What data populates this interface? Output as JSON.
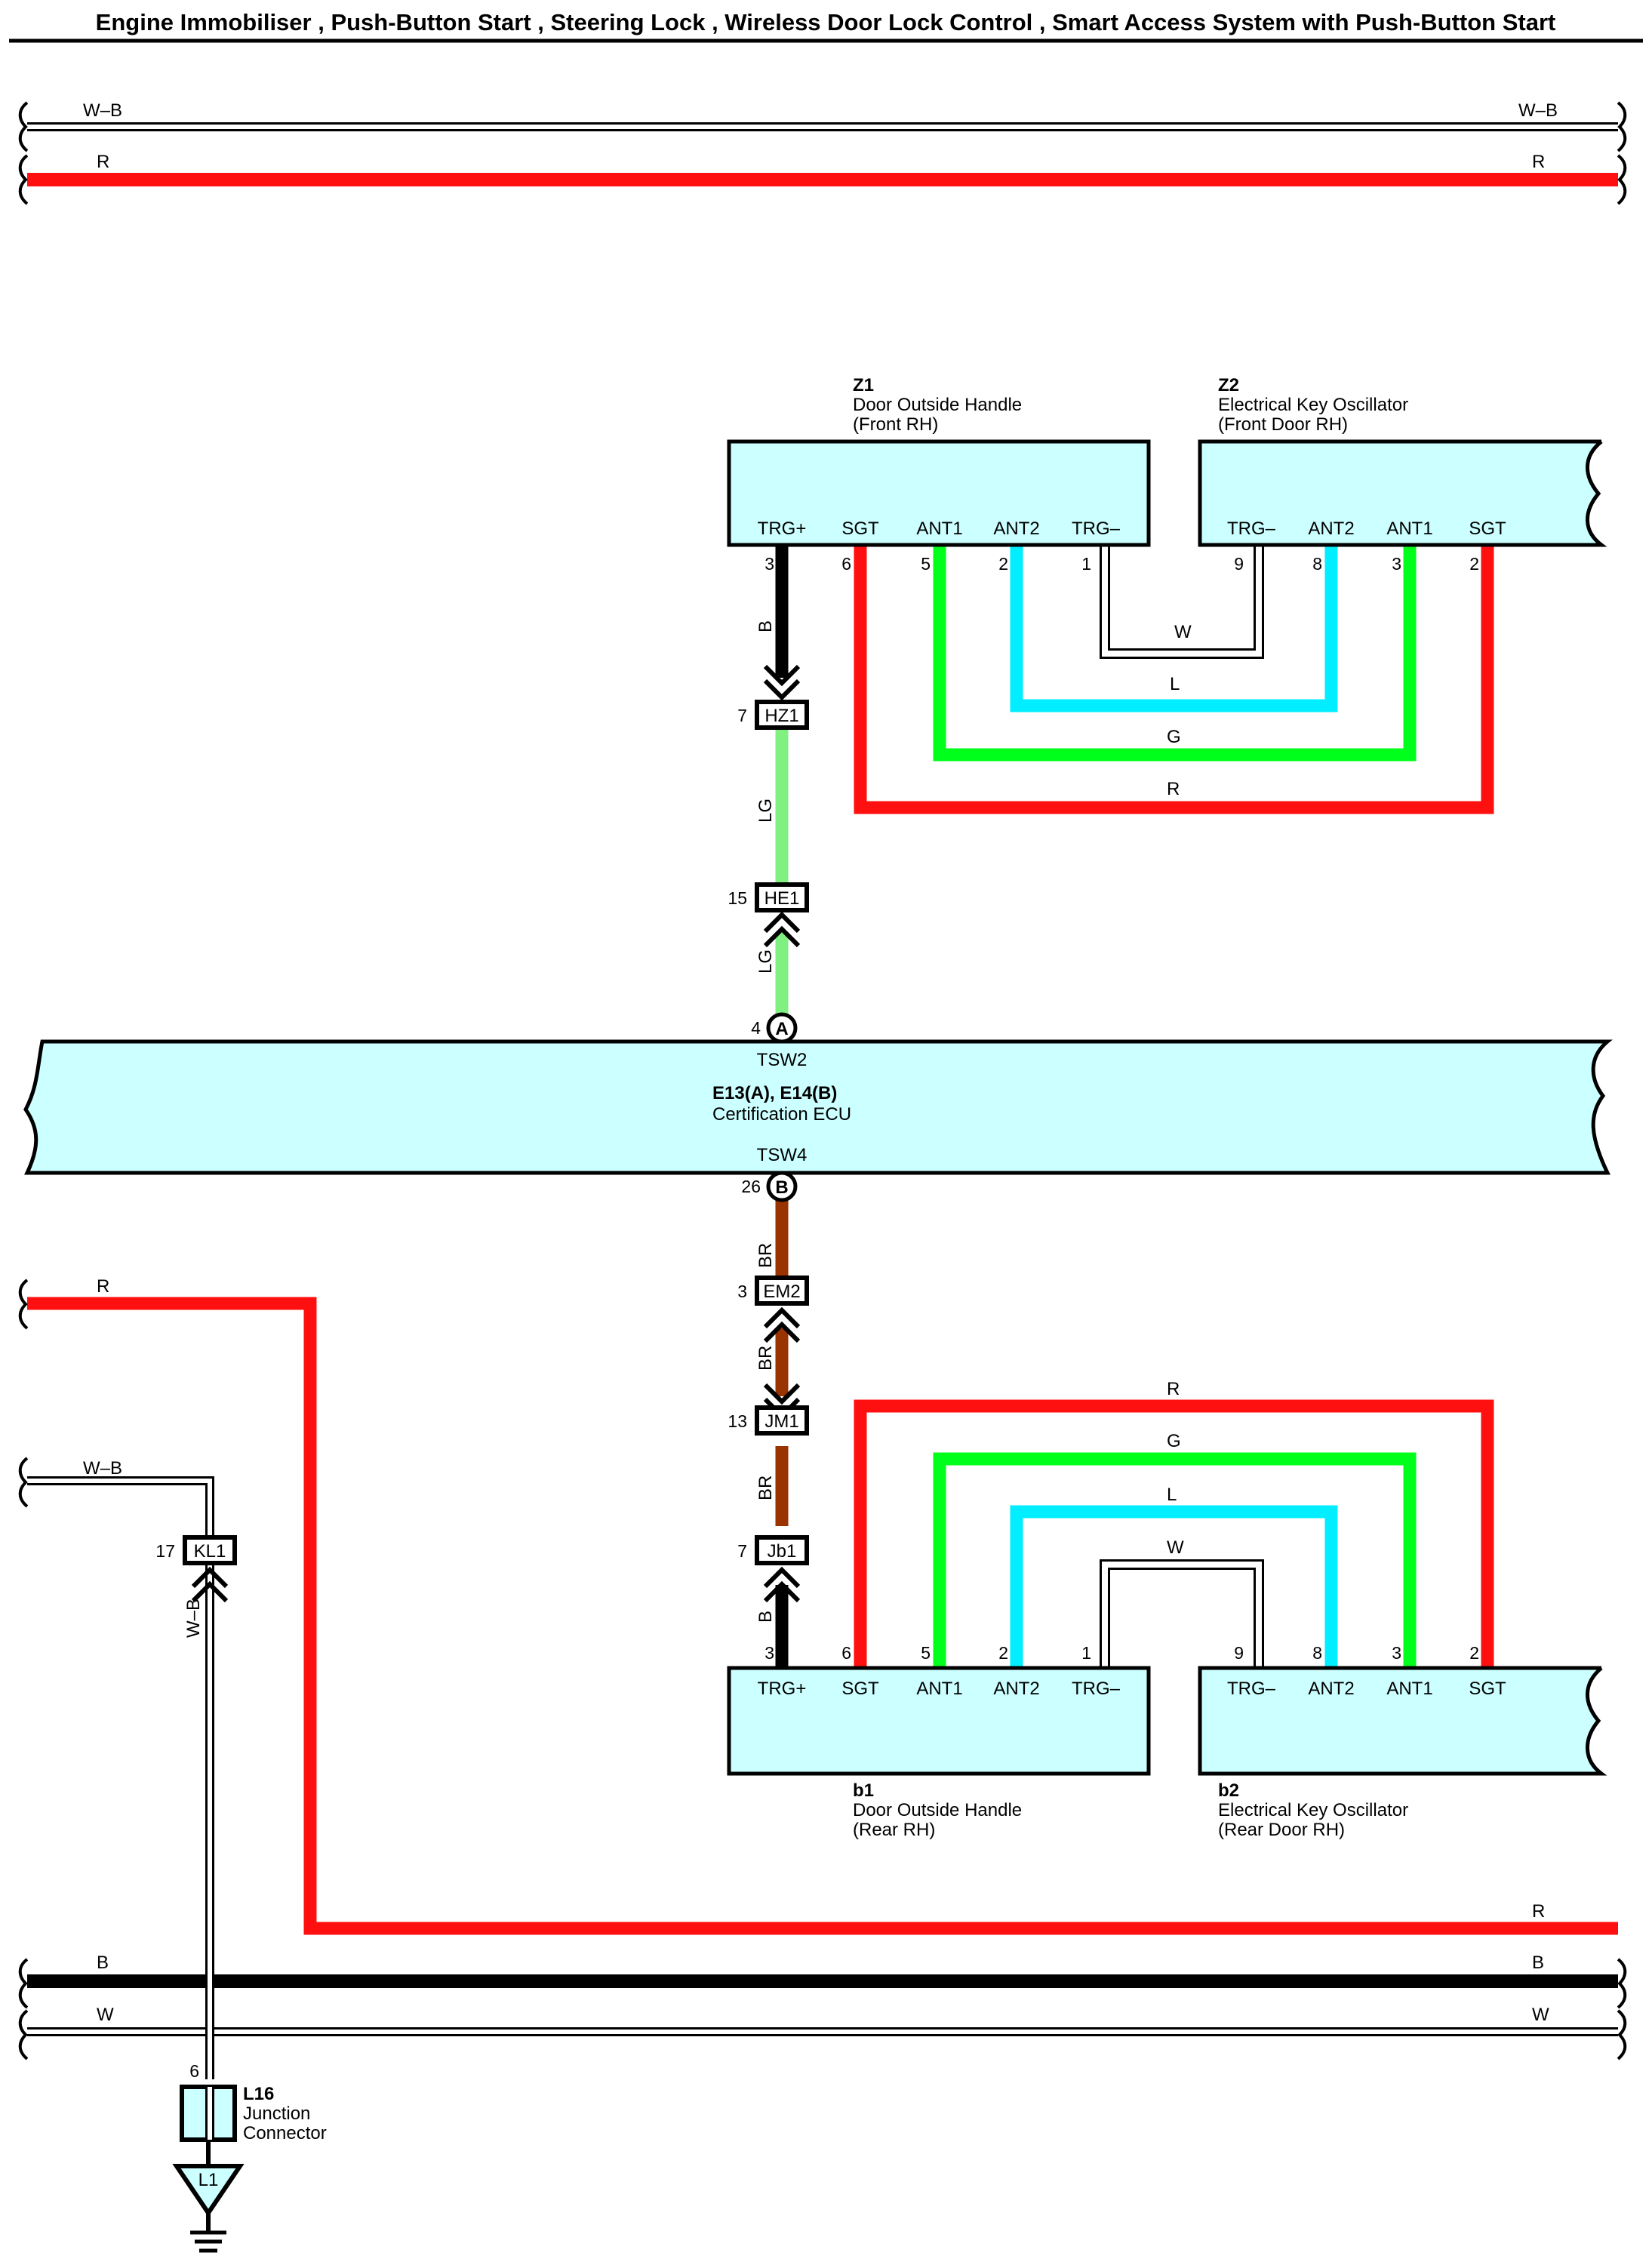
{
  "title": "Engine Immobiliser , Push-Button Start , Steering Lock , Wireless Door Lock Control , Smart Access System with Push-Button Start",
  "colors": {
    "R": "#ff1010",
    "B": "#000000",
    "W": "#ffffff",
    "W-B": "#ffffff",
    "L": "#00eeff",
    "G": "#00ff1a",
    "LG": "#80f080",
    "BR": "#993300",
    "component_fill": "#ccffff"
  },
  "bus": {
    "top_wb": "W–B",
    "top_r": "R",
    "bottom_b": "B",
    "bottom_w": "W",
    "left_r": "R",
    "left_wb": "W–B"
  },
  "z1": {
    "code": "Z1",
    "name_line1": "Door Outside Handle",
    "name_line2": "(Front RH)",
    "terminals": [
      "TRG+",
      "SGT",
      "ANT1",
      "ANT2",
      "TRG–"
    ],
    "pins": [
      "3",
      "6",
      "5",
      "2",
      "1"
    ]
  },
  "z2": {
    "code": "Z2",
    "name_line1": "Electrical Key Oscillator",
    "name_line2": "(Front Door RH)",
    "terminals": [
      "TRG–",
      "ANT2",
      "ANT1",
      "SGT"
    ],
    "pins": [
      "9",
      "8",
      "3",
      "2"
    ]
  },
  "b1": {
    "code": "b1",
    "name_line1": "Door Outside Handle",
    "name_line2": "(Rear RH)",
    "terminals": [
      "TRG+",
      "SGT",
      "ANT1",
      "ANT2",
      "TRG–"
    ],
    "pins": [
      "3",
      "6",
      "5",
      "2",
      "1"
    ]
  },
  "b2": {
    "code": "b2",
    "name_line1": "Electrical Key Oscillator",
    "name_line2": "(Rear Door RH)",
    "terminals": [
      "TRG–",
      "ANT2",
      "ANT1",
      "SGT"
    ],
    "pins": [
      "9",
      "8",
      "3",
      "2"
    ]
  },
  "ecu": {
    "code": "E13(A), E14(B)",
    "name": "Certification ECU",
    "top_terminal": "TSW2",
    "top_pin": "4",
    "top_connector": "A",
    "bottom_terminal": "TSW4",
    "bottom_pin": "26",
    "bottom_connector": "B"
  },
  "front_loop_wires": [
    "W",
    "L",
    "G",
    "R"
  ],
  "rear_loop_wires": [
    "R",
    "G",
    "L",
    "W"
  ],
  "upper_chain": {
    "wire1": "B",
    "conn1": {
      "name": "HZ1",
      "pin": "7"
    },
    "wire2": "LG",
    "conn2": {
      "name": "HE1",
      "pin": "15"
    },
    "wire3": "LG"
  },
  "lower_chain": {
    "wire1": "BR",
    "conn1": {
      "name": "EM2",
      "pin": "3"
    },
    "wire2": "BR",
    "conn2": {
      "name": "JM1",
      "pin": "13"
    },
    "wire3": "BR",
    "conn3": {
      "name": "Jb1",
      "pin": "7"
    },
    "wire4": "B"
  },
  "left_chain": {
    "conn": {
      "name": "KL1",
      "pin": "17"
    },
    "wire": "W–B"
  },
  "junction": {
    "code": "L16",
    "name_line1": "Junction",
    "name_line2": "Connector",
    "pin": "6"
  },
  "ground": {
    "label": "L1"
  }
}
